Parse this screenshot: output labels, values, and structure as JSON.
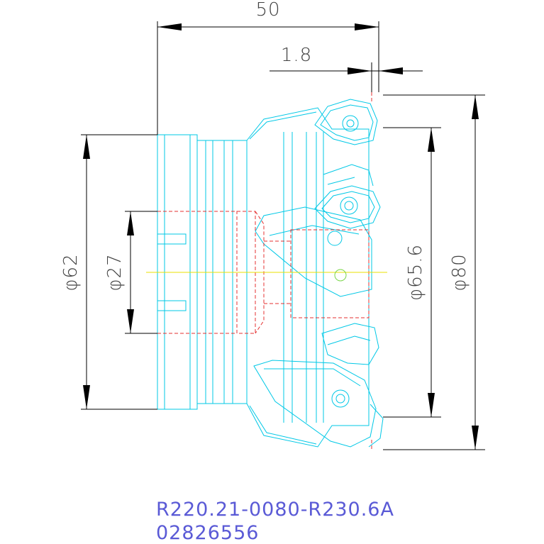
{
  "dimensions": {
    "overall_length": "50",
    "insert_protrusion": "1.8",
    "shank_diameter": "φ62",
    "bore_diameter": "φ27",
    "pitch_diameter": "φ65.6",
    "cutting_diameter": "φ80"
  },
  "title_block": {
    "part_number": "R220.21-0080-R230.6A",
    "order_code": "02826556"
  },
  "colors": {
    "outline": "#00c8e6",
    "hidden_lines": "#e53030",
    "center_line": "#e8e000",
    "dimension_lines": "#000000",
    "part_number_text": "#5a5ad6"
  }
}
